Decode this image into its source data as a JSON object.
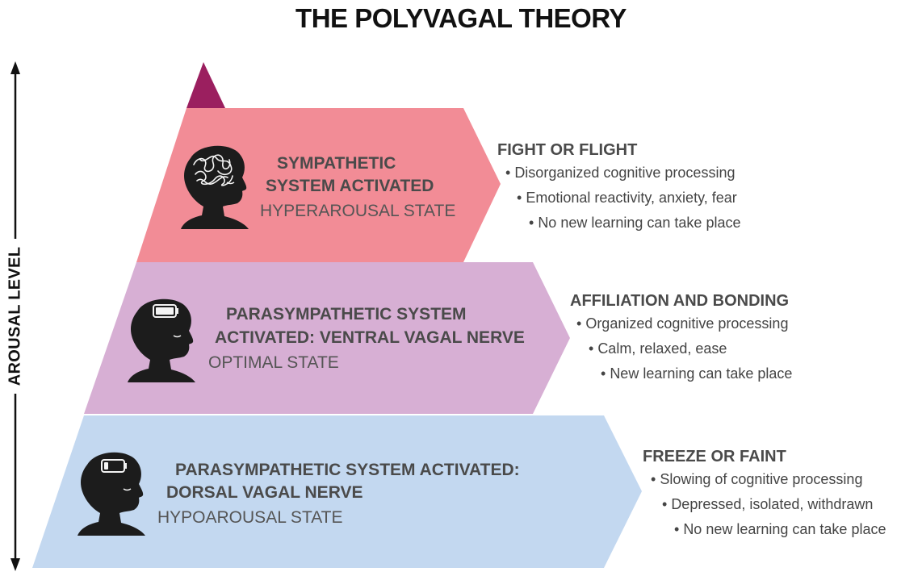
{
  "title": "THE POLYVAGAL THEORY",
  "axis_label": "AROUSAL LEVEL",
  "colors": {
    "apex": "#9b1f5f",
    "sympathetic": "#f28c96",
    "ventral": "#d7afd4",
    "dorsal": "#c3d8f0",
    "head": "#1c1c1c"
  },
  "states": [
    {
      "title_line1": "SYMPATHETIC",
      "title_line2": "SYSTEM ACTIVATED",
      "subtitle": "HYPERAROUSAL STATE",
      "head_icon": "tangled-brain-head-icon",
      "response": {
        "heading": "FIGHT OR FLIGHT",
        "bullets": [
          "Disorganized cognitive processing",
          "Emotional reactivity, anxiety, fear",
          "No new learning can take place"
        ]
      }
    },
    {
      "title_line1": "PARASYMPATHETIC SYSTEM",
      "title_line2": "ACTIVATED: VENTRAL VAGAL NERVE",
      "subtitle": "OPTIMAL STATE",
      "head_icon": "full-battery-head-icon",
      "response": {
        "heading": "AFFILIATION AND BONDING",
        "bullets": [
          "Organized cognitive processing",
          "Calm, relaxed, ease",
          "New learning can take place"
        ]
      }
    },
    {
      "title_line1": "PARASYMPATHETIC SYSTEM ACTIVATED:",
      "title_line2": "DORSAL VAGAL NERVE",
      "subtitle": "HYPOAROUSAL STATE",
      "head_icon": "low-battery-head-icon",
      "response": {
        "heading": "FREEZE OR FAINT",
        "bullets": [
          "Slowing of cognitive processing",
          "Depressed, isolated, withdrawn",
          "No new learning can take place"
        ]
      }
    }
  ]
}
